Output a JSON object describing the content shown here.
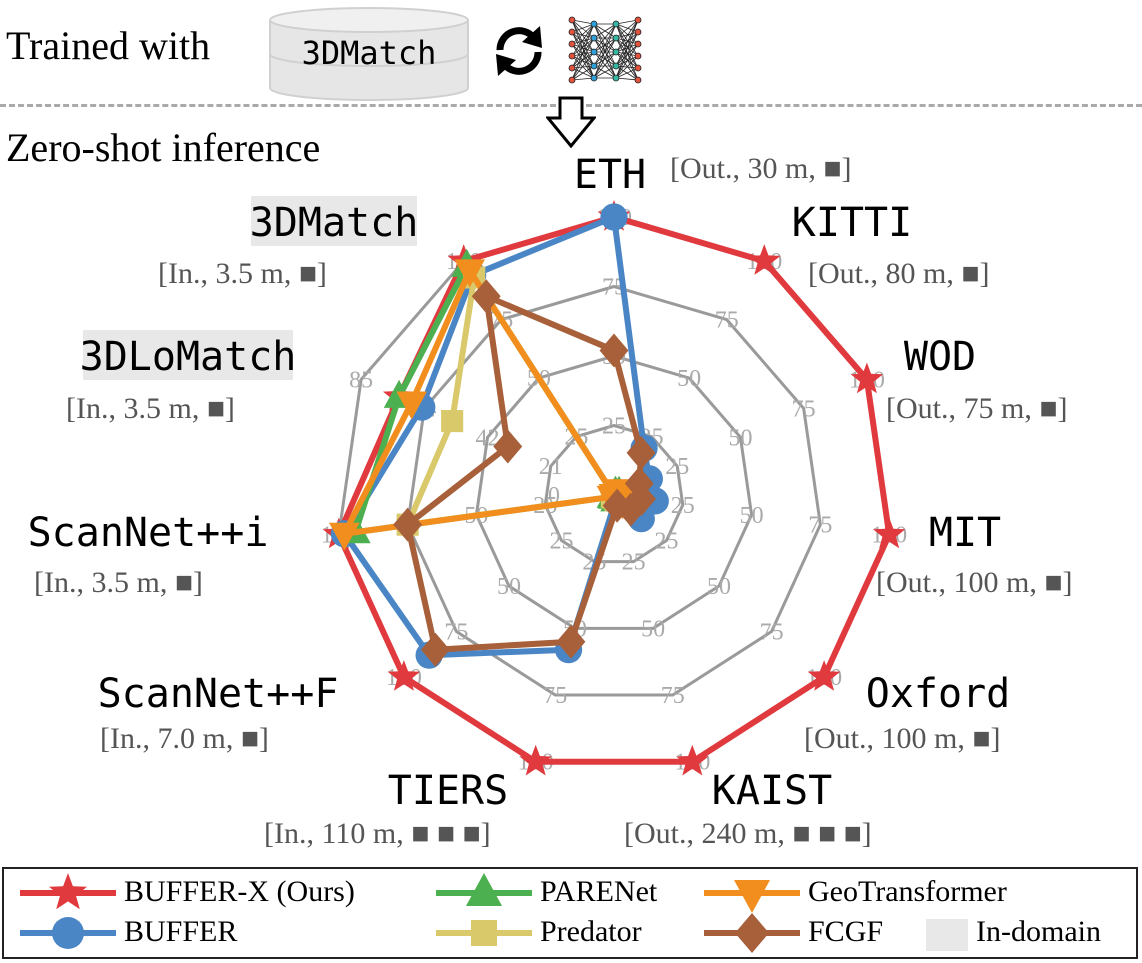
{
  "header": {
    "trained_with": "Trained with",
    "dataset": "3DMatch",
    "zero_shot": "Zero-shot inference"
  },
  "chart_data": {
    "type": "radar",
    "max_value": 100,
    "grid_levels": [
      25,
      50,
      75,
      100
    ],
    "axes": [
      {
        "name": "ETH",
        "info": "[Out., 30 m, ■]",
        "in_domain": false,
        "ticks": [
          "25",
          "50",
          "75",
          "100"
        ]
      },
      {
        "name": "KITTI",
        "info": "[Out., 80 m, ■]",
        "in_domain": false,
        "ticks": [
          "25",
          "50",
          "75",
          "100"
        ]
      },
      {
        "name": "WOD",
        "info": "[Out., 75 m, ■]",
        "in_domain": false,
        "ticks": [
          "25",
          "50",
          "75",
          "100"
        ]
      },
      {
        "name": "MIT",
        "info": "[Out., 100 m, ■]",
        "in_domain": false,
        "ticks": [
          "25",
          "50",
          "75",
          "100"
        ]
      },
      {
        "name": "Oxford",
        "info": "[Out., 100 m, ■]",
        "in_domain": false,
        "ticks": [
          "25",
          "50",
          "75",
          "100"
        ]
      },
      {
        "name": "KAIST",
        "info": "[Out., 240 m, ■ ■ ■]",
        "in_domain": false,
        "ticks": [
          "25",
          "50",
          "75",
          "100"
        ]
      },
      {
        "name": "TIERS",
        "info": "[In., 110 m, ■ ■ ■]",
        "in_domain": false,
        "ticks": [
          "25",
          "50",
          "75",
          "100"
        ]
      },
      {
        "name": "ScanNet++F",
        "info": "[In., 7.0 m, ■]",
        "in_domain": false,
        "ticks": [
          "25",
          "50",
          "75",
          "100"
        ]
      },
      {
        "name": "ScanNet++i",
        "info": "[In., 3.5 m, ■]",
        "in_domain": false,
        "ticks": [
          "25",
          "50",
          "75",
          "100"
        ]
      },
      {
        "name": "3DLoMatch",
        "info": "[In., 3.5 m, ■]",
        "in_domain": true,
        "ticks": [
          "21",
          "42",
          "64",
          "85"
        ]
      },
      {
        "name": "3DMatch",
        "info": "[In., 3.5 m, ■]",
        "in_domain": true,
        "ticks": [
          "25",
          "50",
          "75",
          "100"
        ]
      }
    ],
    "center_label": "0",
    "series": [
      {
        "name": "BUFFER-X (Ours)",
        "color": "#e03a3e",
        "marker": "star",
        "values": [
          100,
          100,
          100,
          100,
          100,
          100,
          100,
          100,
          100,
          85,
          100
        ]
      },
      {
        "name": "BUFFER",
        "color": "#4a86c5",
        "marker": "circle",
        "values": [
          100,
          20,
          14,
          15,
          13,
          2,
          58,
          88,
          98,
          76,
          94
        ]
      },
      {
        "name": "PARENet",
        "color": "#4caf50",
        "marker": "triangle-up",
        "values": [
          0,
          1,
          2,
          2,
          3,
          2,
          1,
          1,
          94,
          85,
          98
        ]
      },
      {
        "name": "Predator",
        "color": "#d9c96a",
        "marker": "square",
        "values": [
          0,
          1,
          2,
          2,
          2,
          2,
          1,
          1,
          75,
          64,
          93
        ]
      },
      {
        "name": "GeoTransformer",
        "color": "#f28e1e",
        "marker": "triangle-down",
        "values": [
          0,
          2,
          4,
          4,
          4,
          4,
          1,
          1,
          98,
          80,
          96
        ]
      },
      {
        "name": "FCGF",
        "color": "#a8603a",
        "marker": "diamond",
        "values": [
          52,
          18,
          10,
          10,
          8,
          4,
          55,
          85,
          75,
          42,
          85
        ]
      }
    ],
    "legend": [
      {
        "label": "BUFFER-X (Ours)"
      },
      {
        "label": "PARENet"
      },
      {
        "label": "GeoTransformer"
      },
      {
        "label": "BUFFER"
      },
      {
        "label": "Predator"
      },
      {
        "label": "FCGF"
      },
      {
        "label": "In-domain"
      }
    ]
  }
}
